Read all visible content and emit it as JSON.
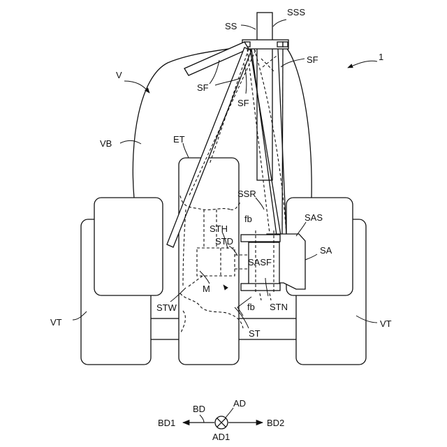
{
  "labels": {
    "ss": "SS",
    "sss": "SSS",
    "ref_1": "1",
    "v": "V",
    "sf_top_right": "SF",
    "sf_left": "SF",
    "sf_mid": "SF",
    "vb": "VB",
    "et": "ET",
    "ssr": "SSR",
    "fb_top": "fb",
    "sas": "SAS",
    "sth": "STH",
    "std": "STD",
    "sa": "SA",
    "asf": "SASF",
    "m": "M",
    "stw": "STW",
    "stn": "STN",
    "fb_bottom": "fb",
    "vt_left": "VT",
    "vt_right": "VT",
    "st": "ST",
    "bd": "BD",
    "ad": "AD",
    "bd1": "BD1",
    "bd2": "BD2",
    "ad1": "AD1"
  }
}
